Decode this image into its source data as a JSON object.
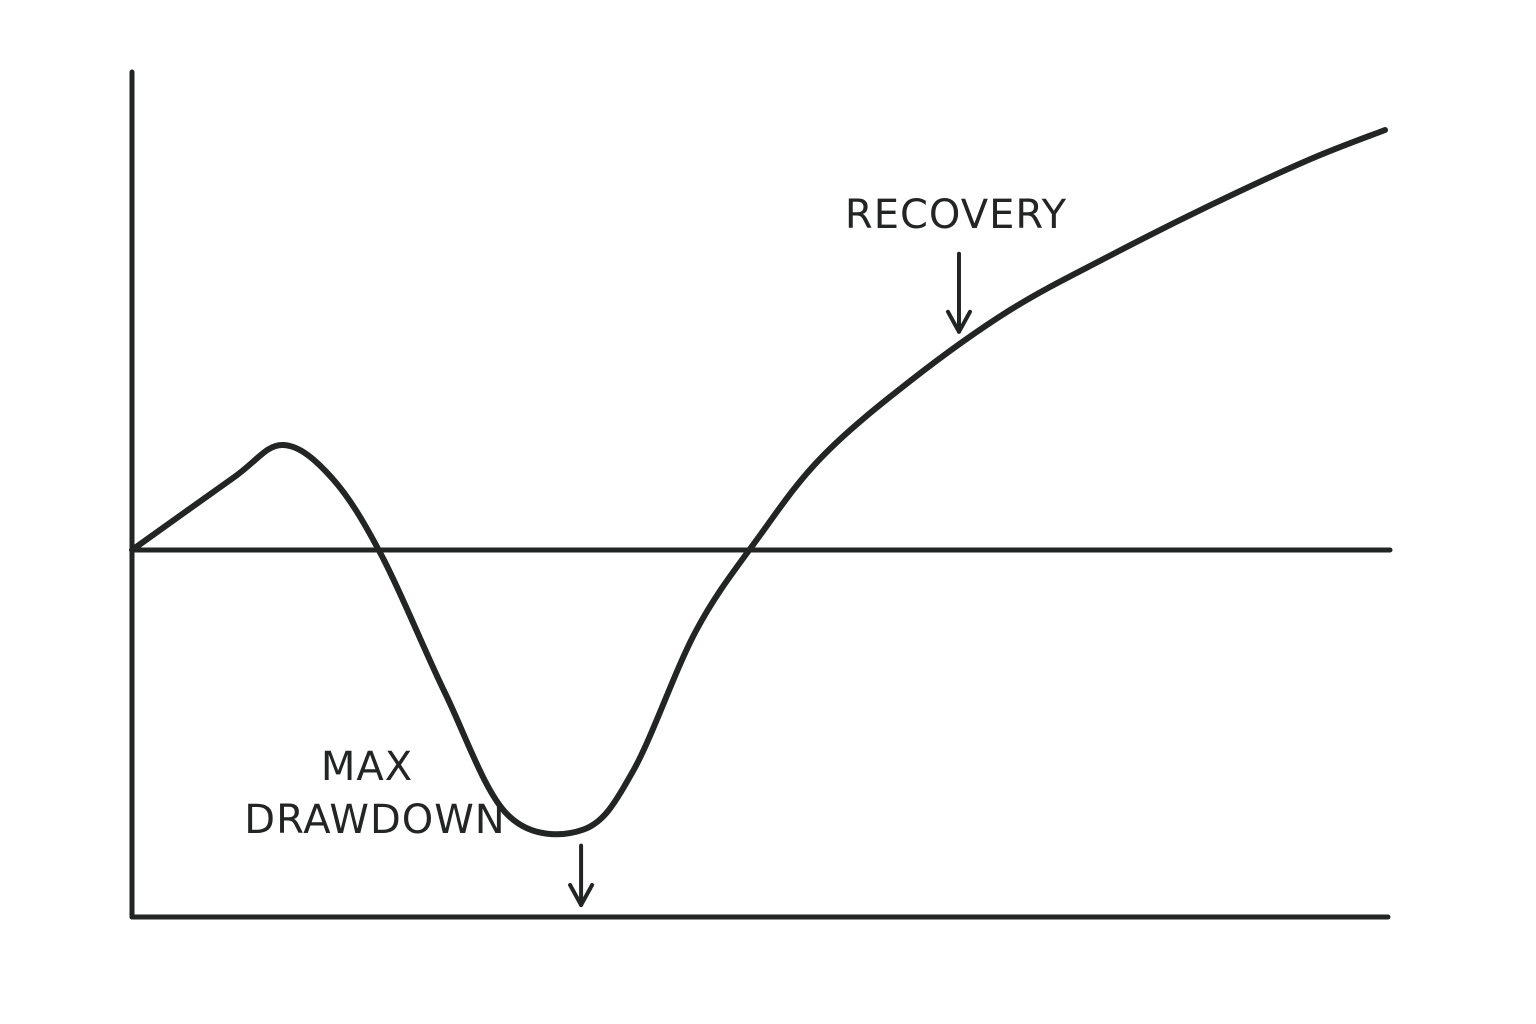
{
  "chart_data": {
    "type": "line",
    "title": "",
    "xlabel": "",
    "ylabel": "",
    "grid": false,
    "legend": "none",
    "baseline_y": 0,
    "x_range": [
      0,
      100
    ],
    "y_range": [
      -100,
      100
    ],
    "series": [
      {
        "x": [
          0,
          8,
          12,
          16,
          20,
          25,
          30,
          36,
          40,
          45,
          50,
          55,
          62,
          70,
          78,
          86,
          94,
          100
        ],
        "y": [
          0,
          17,
          25,
          17,
          -2,
          -39,
          -72,
          -76,
          -60,
          -22,
          3,
          22,
          40,
          57,
          70,
          82,
          93,
          100
        ]
      }
    ],
    "annotations": [
      {
        "text": "RECOVERY",
        "x": 66,
        "y": 51,
        "arrow": "down"
      },
      {
        "lines": [
          "MAX",
          "DRAWDOWN"
        ],
        "x": 36,
        "y": -76,
        "arrow": "down"
      }
    ],
    "colors": {
      "ink": "#222524",
      "background": "#ffffff"
    }
  }
}
